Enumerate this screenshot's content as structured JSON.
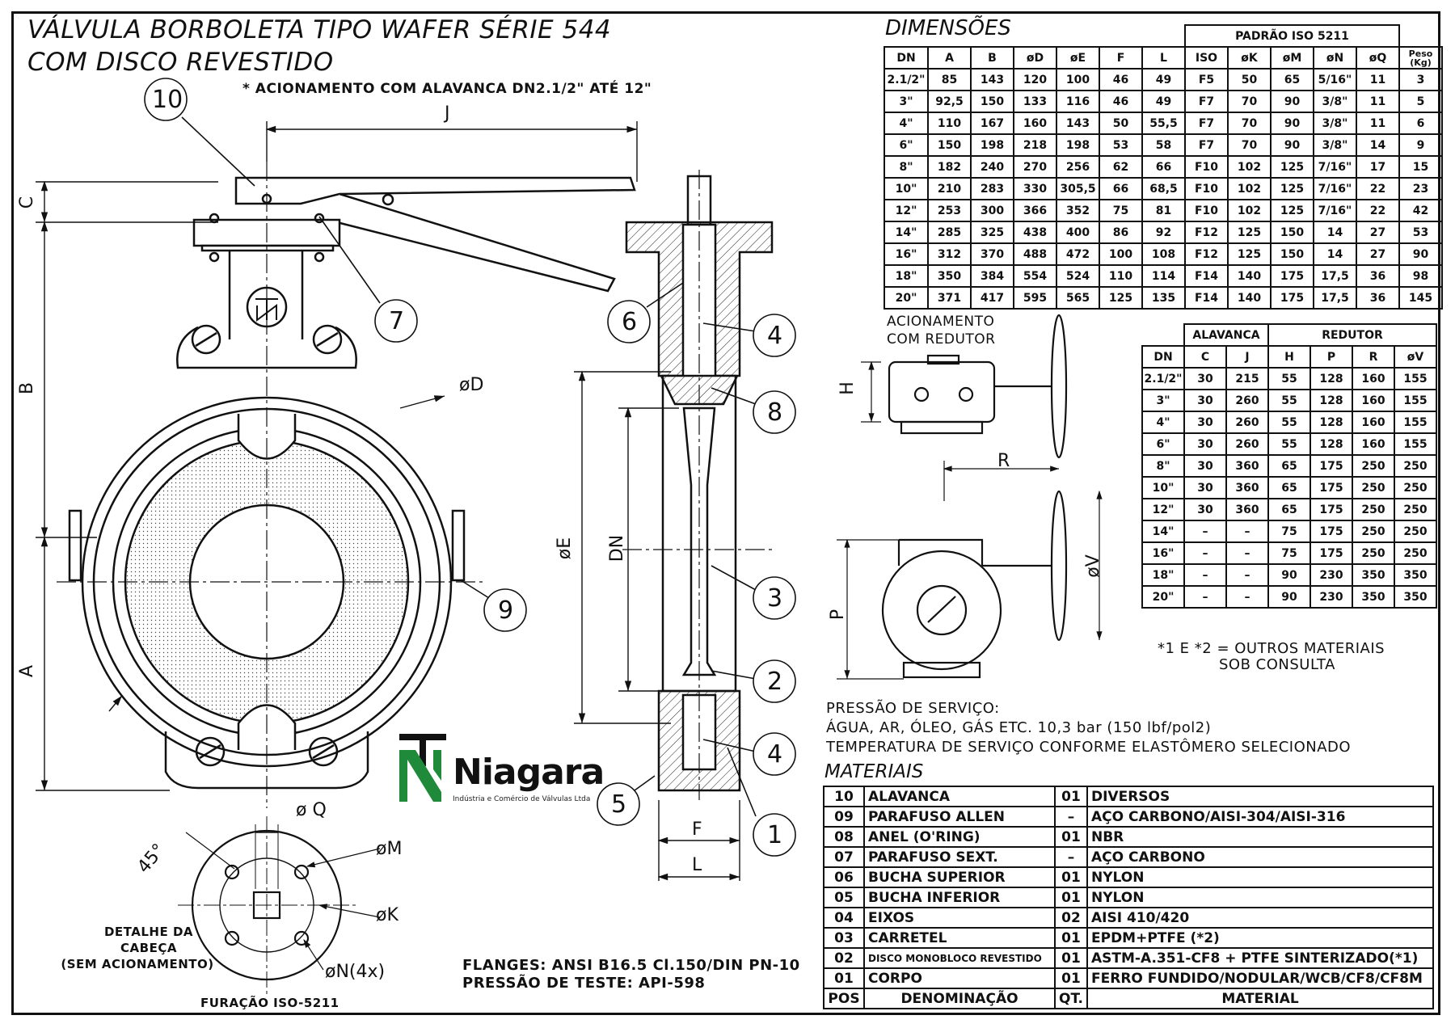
{
  "title": {
    "line1": "VÁLVULA BORBOLETA TIPO WAFER SÉRIE 544",
    "line2": "COM DISCO REVESTIDO"
  },
  "actuation_note": "* ACIONAMENTO COM ALAVANCA DN2.1/2\" ATÉ 12\"",
  "callouts": [
    "10",
    "7",
    "6",
    "4",
    "8",
    "3",
    "2",
    "4",
    "5",
    "1",
    "9"
  ],
  "dimension_labels": {
    "J": "J",
    "C": "C",
    "B": "B",
    "A": "A",
    "D": "øD",
    "E": "øE",
    "DN": "DN",
    "F": "F",
    "L": "L",
    "Q": "ø Q",
    "M": "øM",
    "K": "øK",
    "N": "øN(4x)",
    "angle": "45°",
    "H": "H",
    "R": "R",
    "P": "P",
    "V": "øV"
  },
  "head_detail": {
    "label_line1": "DETALHE DA",
    "label_line2": "CABEÇA",
    "label_line3": "(SEM ACIONAMENTO)",
    "drilling": "FURAÇÃO ISO-5211"
  },
  "flanges_note": {
    "line1": "FLANGES: ANSI B16.5 Cl.150/DIN PN-10",
    "line2": "PRESSÃO DE TESTE: API-598"
  },
  "brand": {
    "name": "Niagara",
    "subtitle": "Indústria e Comércio de Válvulas Ltda",
    "color_green": "#1f8a3a"
  },
  "dimensions": {
    "heading": "DIMENSÕES",
    "iso_header": "PADRÃO ISO 5211",
    "columns": [
      "DN",
      "A",
      "B",
      "øD",
      "øE",
      "F",
      "L",
      "ISO",
      "øK",
      "øM",
      "øN",
      "øQ",
      "Peso (Kg)"
    ],
    "rows": [
      [
        "2.1/2\"",
        "85",
        "143",
        "120",
        "100",
        "46",
        "49",
        "F5",
        "50",
        "65",
        "5/16\"",
        "11",
        "3"
      ],
      [
        "3\"",
        "92,5",
        "150",
        "133",
        "116",
        "46",
        "49",
        "F7",
        "70",
        "90",
        "3/8\"",
        "11",
        "5"
      ],
      [
        "4\"",
        "110",
        "167",
        "160",
        "143",
        "50",
        "55,5",
        "F7",
        "70",
        "90",
        "3/8\"",
        "11",
        "6"
      ],
      [
        "6\"",
        "150",
        "198",
        "218",
        "198",
        "53",
        "58",
        "F7",
        "70",
        "90",
        "3/8\"",
        "14",
        "9"
      ],
      [
        "8\"",
        "182",
        "240",
        "270",
        "256",
        "62",
        "66",
        "F10",
        "102",
        "125",
        "7/16\"",
        "17",
        "15"
      ],
      [
        "10\"",
        "210",
        "283",
        "330",
        "305,5",
        "66",
        "68,5",
        "F10",
        "102",
        "125",
        "7/16\"",
        "22",
        "23"
      ],
      [
        "12\"",
        "253",
        "300",
        "366",
        "352",
        "75",
        "81",
        "F10",
        "102",
        "125",
        "7/16\"",
        "22",
        "42"
      ],
      [
        "14\"",
        "285",
        "325",
        "438",
        "400",
        "86",
        "92",
        "F12",
        "125",
        "150",
        "14",
        "27",
        "53"
      ],
      [
        "16\"",
        "312",
        "370",
        "488",
        "472",
        "100",
        "108",
        "F12",
        "125",
        "150",
        "14",
        "27",
        "90"
      ],
      [
        "18\"",
        "350",
        "384",
        "554",
        "524",
        "110",
        "114",
        "F14",
        "140",
        "175",
        "17,5",
        "36",
        "98"
      ],
      [
        "20\"",
        "371",
        "417",
        "595",
        "565",
        "125",
        "135",
        "F14",
        "140",
        "175",
        "17,5",
        "36",
        "145"
      ]
    ]
  },
  "gear_actuation": {
    "label_line1": "ACIONAMENTO",
    "label_line2": "COM REDUTOR",
    "lever_header": "ALAVANCA",
    "reducer_header": "REDUTOR",
    "columns": [
      "DN",
      "C",
      "J",
      "H",
      "P",
      "R",
      "øV"
    ],
    "rows": [
      [
        "2.1/2\"",
        "30",
        "215",
        "55",
        "128",
        "160",
        "155"
      ],
      [
        "3\"",
        "30",
        "260",
        "55",
        "128",
        "160",
        "155"
      ],
      [
        "4\"",
        "30",
        "260",
        "55",
        "128",
        "160",
        "155"
      ],
      [
        "6\"",
        "30",
        "260",
        "55",
        "128",
        "160",
        "155"
      ],
      [
        "8\"",
        "30",
        "360",
        "65",
        "175",
        "250",
        "250"
      ],
      [
        "10\"",
        "30",
        "360",
        "65",
        "175",
        "250",
        "250"
      ],
      [
        "12\"",
        "30",
        "360",
        "65",
        "175",
        "250",
        "250"
      ],
      [
        "14\"",
        "–",
        "–",
        "75",
        "175",
        "250",
        "250"
      ],
      [
        "16\"",
        "–",
        "–",
        "75",
        "175",
        "250",
        "250"
      ],
      [
        "18\"",
        "–",
        "–",
        "90",
        "230",
        "350",
        "350"
      ],
      [
        "20\"",
        "–",
        "–",
        "90",
        "230",
        "350",
        "350"
      ]
    ]
  },
  "materials_note": {
    "line1": "*1 E *2 = OUTROS MATERIAIS",
    "line2": "SOB CONSULTA"
  },
  "service": {
    "line1": "PRESSÃO DE SERVIÇO:",
    "line2": "ÁGUA, AR, ÓLEO, GÁS ETC. 10,3 bar (150 lbf/pol2)",
    "line3": "TEMPERATURA DE SERVIÇO CONFORME ELASTÔMERO SELECIONADO"
  },
  "materials": {
    "heading": "MATERIAIS",
    "columns": [
      "POS",
      "DENOMINAÇÃO",
      "QT.",
      "MATERIAL"
    ],
    "rows": [
      [
        "10",
        "ALAVANCA",
        "01",
        "DIVERSOS"
      ],
      [
        "09",
        "PARAFUSO ALLEN",
        "–",
        "AÇO CARBONO/AISI-304/AISI-316"
      ],
      [
        "08",
        "ANEL (O'RING)",
        "01",
        "NBR"
      ],
      [
        "07",
        "PARAFUSO SEXT.",
        "–",
        "AÇO CARBONO"
      ],
      [
        "06",
        "BUCHA SUPERIOR",
        "01",
        "NYLON"
      ],
      [
        "05",
        "BUCHA INFERIOR",
        "01",
        "NYLON"
      ],
      [
        "04",
        "EIXOS",
        "02",
        "AISI 410/420"
      ],
      [
        "03",
        "CARRETEL",
        "01",
        "EPDM+PTFE (*2)"
      ],
      [
        "02",
        "DISCO MONOBLOCO REVESTIDO",
        "01",
        "ASTM-A.351-CF8 + PTFE SINTERIZADO(*1)"
      ],
      [
        "01",
        "CORPO",
        "01",
        "FERRO FUNDIDO/NODULAR/WCB/CF8/CF8M"
      ]
    ]
  }
}
